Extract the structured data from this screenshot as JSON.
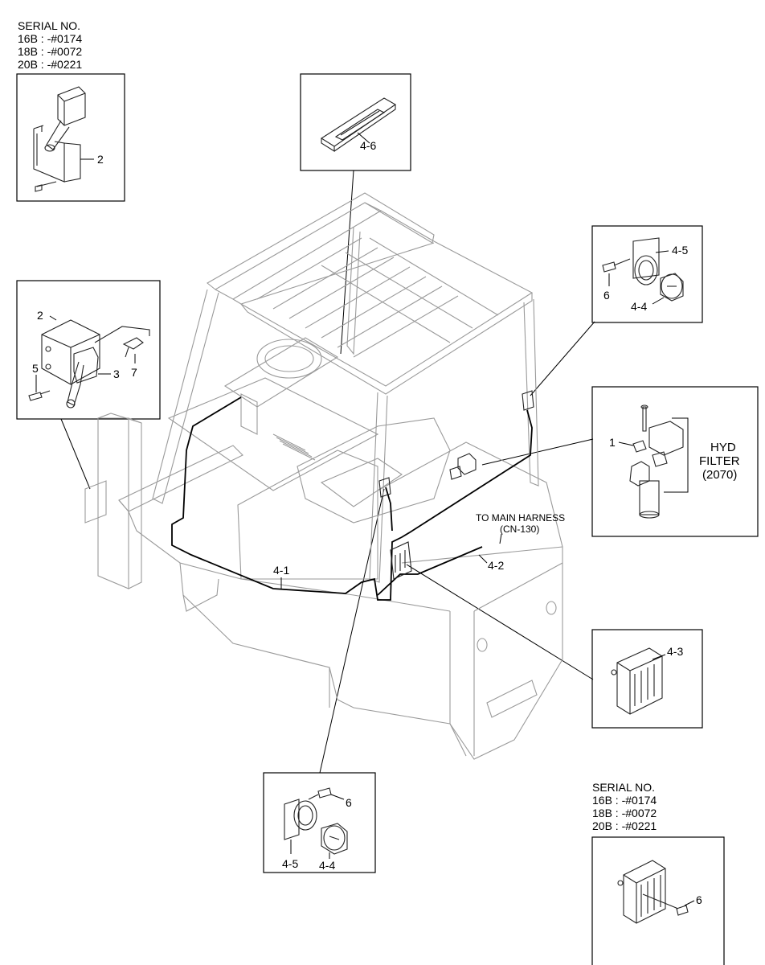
{
  "serial_top": {
    "title": "SERIAL NO.",
    "lines": [
      "16B : -#0174",
      "18B : -#0072",
      "20B : -#0221"
    ]
  },
  "serial_bottom": {
    "title": "SERIAL NO.",
    "lines": [
      "16B : -#0174",
      "18B : -#0072",
      "20B : -#0221"
    ]
  },
  "callouts": {
    "top_left_box": [
      "2"
    ],
    "switch_box": [
      "2",
      "3",
      "5",
      "7"
    ],
    "top_center_box": [
      "4-6"
    ],
    "right_top_box": [
      "4-5",
      "6",
      "4-4"
    ],
    "filter_box": [
      "1"
    ],
    "right_mid_box": [
      "4-3"
    ],
    "bottom_center_box": [
      "6",
      "4-5",
      "4-4"
    ],
    "bottom_right_box": [
      "6"
    ],
    "main_harness": [
      "4-1",
      "4-2"
    ]
  },
  "hyd_filter": {
    "line1": "HYD",
    "line2": "FILTER",
    "line3": "(2070)"
  },
  "to_main_harness": {
    "line1": "TO MAIN HARNESS",
    "line2": "(CN-130)"
  }
}
